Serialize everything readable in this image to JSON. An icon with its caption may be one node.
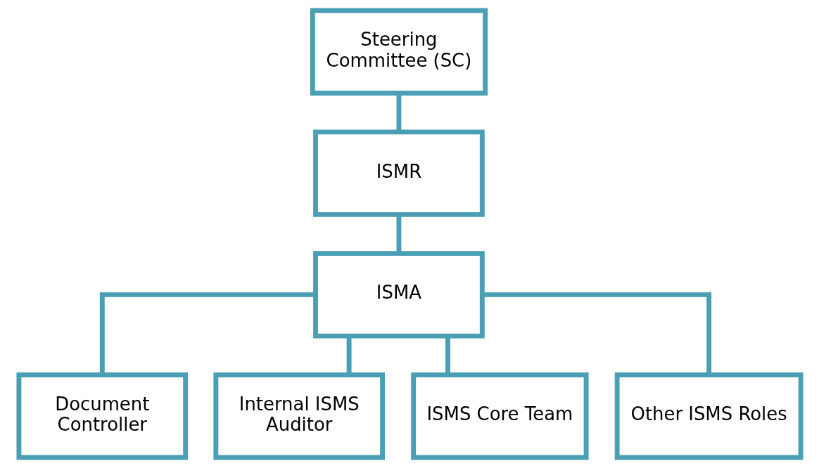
{
  "diagram": {
    "nodes": [
      {
        "text": [
          "Steering Committee (SC)"
        ]
      },
      {
        "text": [
          "ISMR"
        ]
      },
      {
        "text": [
          "ISMA"
        ]
      },
      {
        "text": [
          "Document Controller"
        ]
      },
      {
        "text": [
          "Internal ISMS Auditor"
        ]
      },
      {
        "text": [
          "ISMS Core Team"
        ]
      },
      {
        "text": [
          "Other ISMS Roles"
        ]
      }
    ],
    "edges": [
      {
        "from": 0,
        "to": 1,
        "arrow": "none"
      },
      {
        "from": 1,
        "to": 2,
        "arrow": "none"
      },
      {
        "from": 2,
        "to": 3,
        "arrow": "none"
      },
      {
        "from": 2,
        "to": 4,
        "arrow": "none"
      },
      {
        "from": 2,
        "to": 5,
        "arrow": "none"
      },
      {
        "from": 2,
        "to": 6,
        "arrow": "none"
      }
    ]
  }
}
